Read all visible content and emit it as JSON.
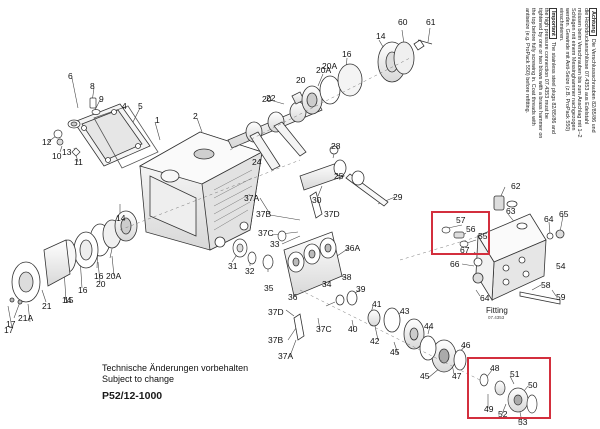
{
  "drawing": {
    "notice_heading_de": "Achtung",
    "notice_text_de": "Die Verschlussschrauben 82/85/86 und die Hochdruckanschlüsse 07.4353 aus Edelstahl müssen beim Verschrauben bis zum Anschlag mit 1–2 Schlägen mit einem Messinghammer nachgezogen werden. Gewinde mit Anti-Seize (z.B. ProPack 550) einschmieren.",
    "notice_heading_en": "Important",
    "notice_text_en": "The stainless steel plugs 82/85/86 and the high pressure connection 07.4353 must be tightened by one or two blows with a brass hammer on the top before fully screwing in. Coat threads with antiseize (e.g. ProPack 550) before refitting.",
    "change_note_de": "Technische Änderungen vorbehalten",
    "change_note_en": "Subject to change",
    "model": "P52/12-1000",
    "fitting_label": "Fitting",
    "fitting_sub": "07.4353"
  },
  "part_labels": [
    {
      "id": "p1",
      "text": "1"
    },
    {
      "id": "p2",
      "text": "2"
    },
    {
      "id": "p4",
      "text": "4"
    },
    {
      "id": "p5",
      "text": "5"
    },
    {
      "id": "p6",
      "text": "6"
    },
    {
      "id": "p8",
      "text": "8"
    },
    {
      "id": "p9",
      "text": "9"
    },
    {
      "id": "p10",
      "text": "10"
    },
    {
      "id": "p11",
      "text": "11"
    },
    {
      "id": "p12",
      "text": "12"
    },
    {
      "id": "p13",
      "text": "13"
    },
    {
      "id": "p14a",
      "text": "14"
    },
    {
      "id": "p15",
      "text": "15"
    },
    {
      "id": "p16a",
      "text": "16"
    },
    {
      "id": "p20a",
      "text": "20"
    },
    {
      "id": "p20Aa",
      "text": "20A"
    },
    {
      "id": "p22",
      "text": "22"
    },
    {
      "id": "p24",
      "text": "24"
    },
    {
      "id": "p28",
      "text": "28"
    },
    {
      "id": "p25",
      "text": "25"
    },
    {
      "id": "p30",
      "text": "30"
    },
    {
      "id": "p29",
      "text": "29"
    },
    {
      "id": "p60",
      "text": "60"
    },
    {
      "id": "p61",
      "text": "61"
    },
    {
      "id": "p16b",
      "text": "16"
    },
    {
      "id": "p14b",
      "text": "14"
    },
    {
      "id": "p20Ab",
      "text": "20A"
    },
    {
      "id": "p20b",
      "text": "20"
    },
    {
      "id": "p37Aa",
      "text": "37A"
    },
    {
      "id": "p37Ba",
      "text": "37B"
    },
    {
      "id": "p37Ca",
      "text": "37C"
    },
    {
      "id": "p37Da",
      "text": "37D"
    },
    {
      "id": "p33",
      "text": "33"
    },
    {
      "id": "p31",
      "text": "31"
    },
    {
      "id": "p32",
      "text": "32"
    },
    {
      "id": "p35",
      "text": "35"
    },
    {
      "id": "p36",
      "text": "36"
    },
    {
      "id": "p36A",
      "text": "36A"
    },
    {
      "id": "p34",
      "text": "34"
    },
    {
      "id": "p38",
      "text": "38"
    },
    {
      "id": "p39",
      "text": "39"
    },
    {
      "id": "p37Db",
      "text": "37D"
    },
    {
      "id": "p37Cb",
      "text": "37C"
    },
    {
      "id": "p37Bb",
      "text": "37B"
    },
    {
      "id": "p37Ab",
      "text": "37A"
    },
    {
      "id": "p40",
      "text": "40"
    },
    {
      "id": "p41",
      "text": "41"
    },
    {
      "id": "p42",
      "text": "42"
    },
    {
      "id": "p43",
      "text": "43"
    },
    {
      "id": "p44",
      "text": "44"
    },
    {
      "id": "p45a",
      "text": "45"
    },
    {
      "id": "p45b",
      "text": "45"
    },
    {
      "id": "p46",
      "text": "46"
    },
    {
      "id": "p47",
      "text": "47"
    },
    {
      "id": "p48",
      "text": "48"
    },
    {
      "id": "p49",
      "text": "49"
    },
    {
      "id": "p51",
      "text": "51"
    },
    {
      "id": "p50",
      "text": "50"
    },
    {
      "id": "p52",
      "text": "52"
    },
    {
      "id": "p53",
      "text": "53"
    },
    {
      "id": "p57",
      "text": "57"
    },
    {
      "id": "p56",
      "text": "56"
    },
    {
      "id": "p55",
      "text": "55"
    },
    {
      "id": "p62",
      "text": "62"
    },
    {
      "id": "p63",
      "text": "63"
    },
    {
      "id": "p64",
      "text": "64"
    },
    {
      "id": "p65",
      "text": "65"
    },
    {
      "id": "p67",
      "text": "67"
    },
    {
      "id": "p66",
      "text": "66"
    },
    {
      "id": "p64b",
      "text": "64"
    },
    {
      "id": "p54",
      "text": "54"
    },
    {
      "id": "p58",
      "text": "58"
    },
    {
      "id": "p59",
      "text": "59"
    },
    {
      "id": "p17a",
      "text": "17"
    },
    {
      "id": "p21A",
      "text": "21A"
    },
    {
      "id": "p21",
      "text": "21"
    },
    {
      "id": "p14c",
      "text": "14"
    },
    {
      "id": "p16c",
      "text": "16"
    },
    {
      "id": "p20c",
      "text": "20"
    },
    {
      "id": "p20Ac",
      "text": "20A"
    },
    {
      "id": "p17b",
      "text": "17"
    }
  ],
  "colors": {
    "line": "#333333",
    "highlight": "#d32f3d",
    "fill": "#f2f2f2"
  }
}
